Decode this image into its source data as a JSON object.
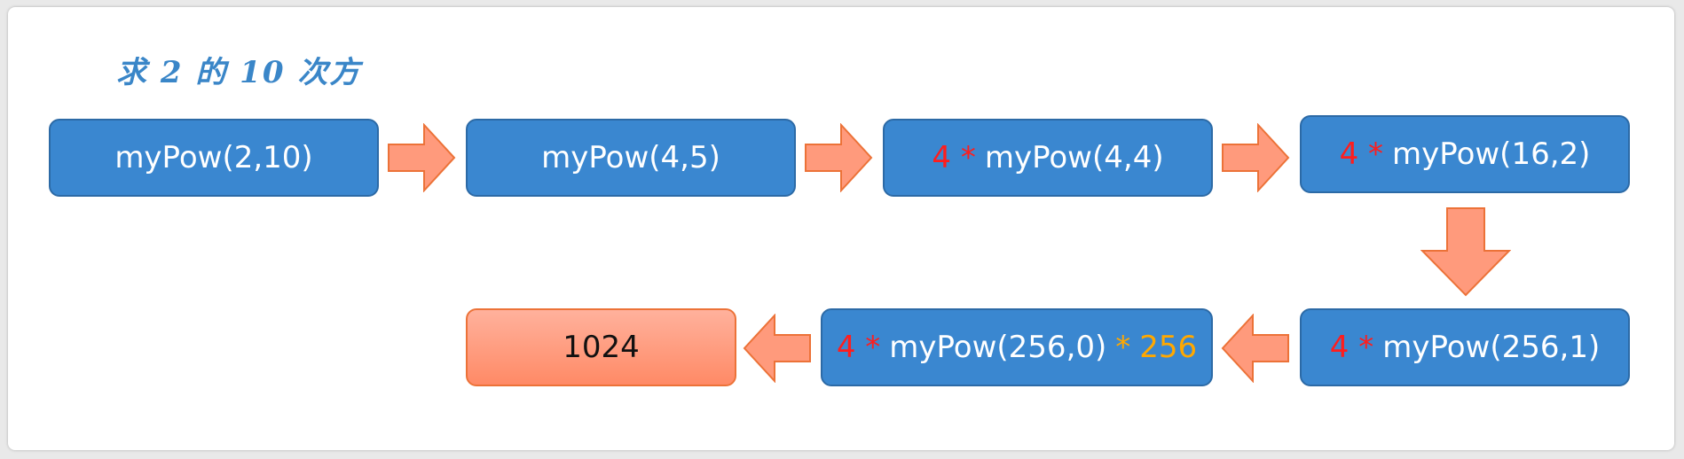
{
  "title": "求 2 的 10 次方",
  "colors": {
    "box_fill": "#3a87d0",
    "box_border": "#2c6aa6",
    "arrow_fill": "#ff9a7c",
    "arrow_stroke": "#ec7238",
    "factor": "#ff1d1d",
    "trailing_factor": "#ffa800"
  },
  "nodes": [
    {
      "prefix": "",
      "call": "myPow(2,10)",
      "suffix": ""
    },
    {
      "prefix": "",
      "call": "myPow(4,5)",
      "suffix": ""
    },
    {
      "prefix": "4 *",
      "call": "myPow(4,4)",
      "suffix": ""
    },
    {
      "prefix": "4 *",
      "call": "myPow(16,2)",
      "suffix": ""
    },
    {
      "prefix": "4 *",
      "call": "myPow(256,1)",
      "suffix": ""
    },
    {
      "prefix": "4 *",
      "call": "myPow(256,0)",
      "suffix_op": "*",
      "suffix": "256"
    }
  ],
  "result": "1024",
  "arrows": [
    {
      "from": 0,
      "to": 1,
      "direction": "right"
    },
    {
      "from": 1,
      "to": 2,
      "direction": "right"
    },
    {
      "from": 2,
      "to": 3,
      "direction": "right"
    },
    {
      "from": 3,
      "to": 4,
      "direction": "down"
    },
    {
      "from": 4,
      "to": 5,
      "direction": "left"
    },
    {
      "from": 5,
      "to": "result",
      "direction": "left"
    }
  ]
}
